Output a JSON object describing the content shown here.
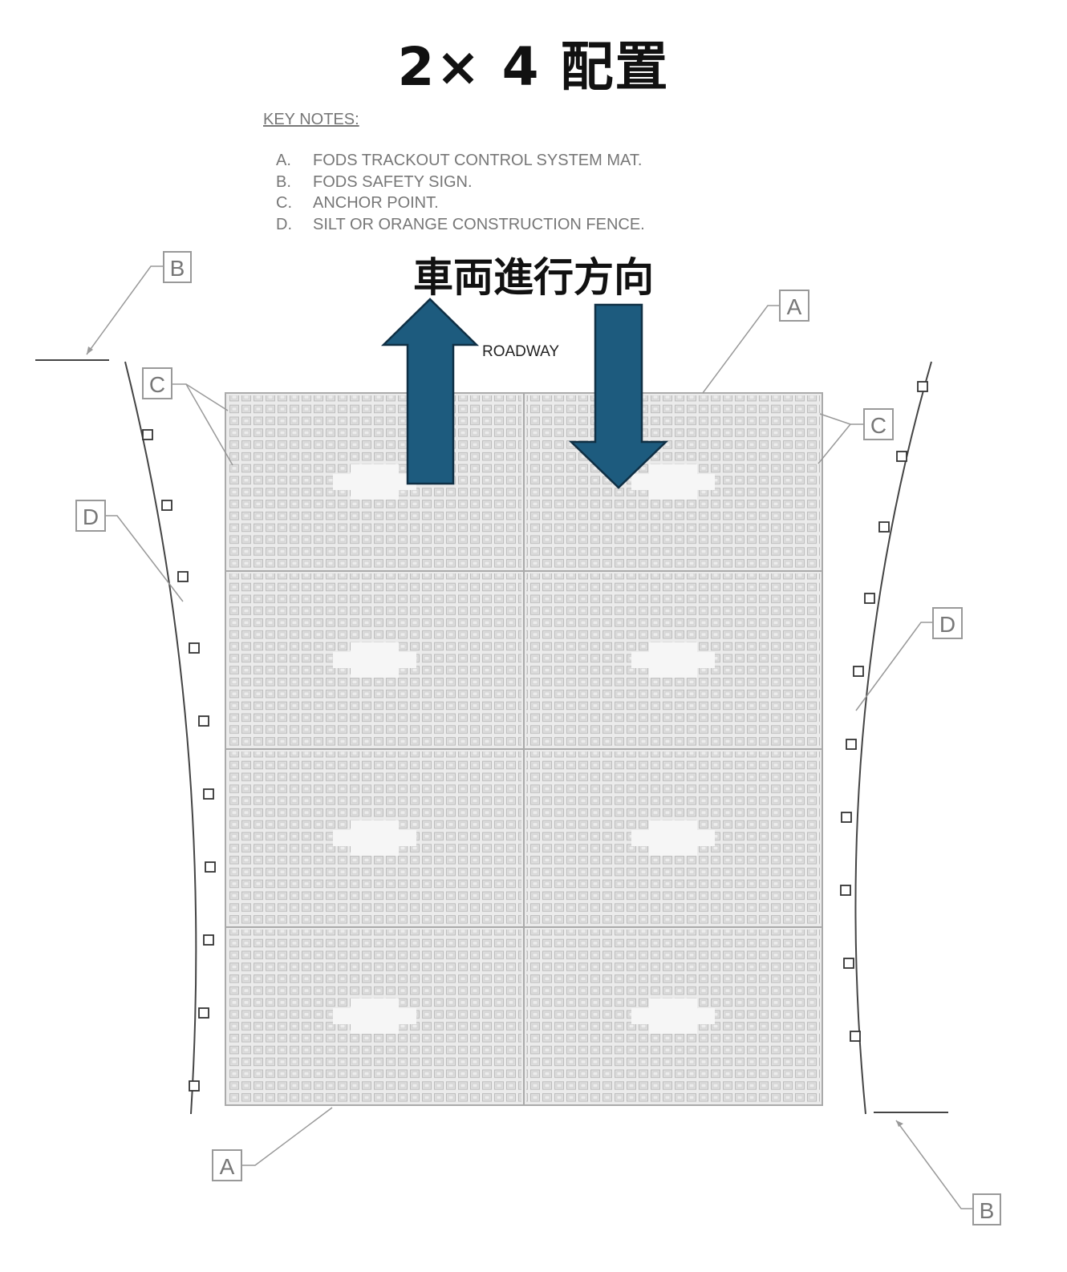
{
  "title": "2× 4 配置",
  "key_notes": {
    "heading": "KEY NOTES:",
    "items": [
      {
        "letter": "A.",
        "text": "FODS TRACKOUT CONTROL SYSTEM MAT."
      },
      {
        "letter": "B.",
        "text": "FODS SAFETY SIGN."
      },
      {
        "letter": "C.",
        "text": "ANCHOR POINT."
      },
      {
        "letter": "D.",
        "text": "SILT OR ORANGE CONSTRUCTION FENCE."
      }
    ]
  },
  "direction_label": "車両進行方向",
  "roadway_label": "ROADWAY",
  "mat_layout": {
    "columns": 2,
    "rows": 4
  },
  "callouts": {
    "a_top": "A",
    "a_bottom": "A",
    "b_top_left": "B",
    "b_bottom_right": "B",
    "c_left": "C",
    "c_right": "C",
    "d_left": "D",
    "d_right": "D"
  },
  "colors": {
    "arrow_fill": "#1d5b7e",
    "arrow_stroke": "#0f2f44",
    "mat_fill": "#ebebeb",
    "mat_stroke": "#aaaaaa",
    "callout_text": "#777777"
  }
}
